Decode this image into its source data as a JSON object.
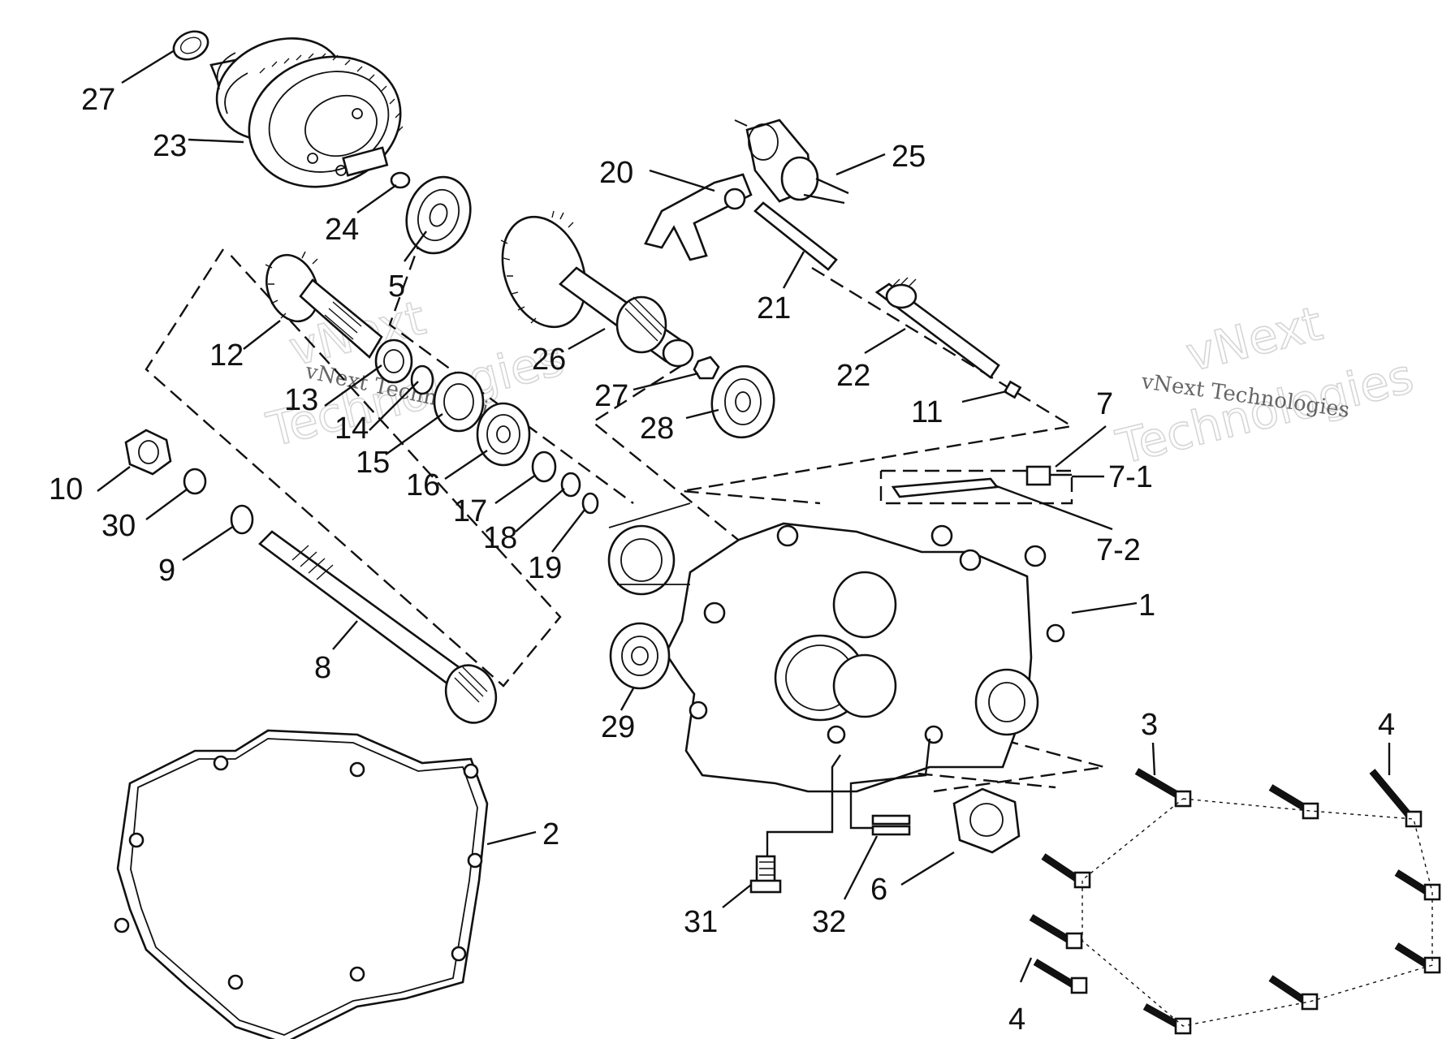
{
  "diagram": {
    "callouts": [
      {
        "id": "c27a",
        "text": "27"
      },
      {
        "id": "c23",
        "text": "23"
      },
      {
        "id": "c24",
        "text": "24"
      },
      {
        "id": "c5",
        "text": "5"
      },
      {
        "id": "c20",
        "text": "20"
      },
      {
        "id": "c25",
        "text": "25"
      },
      {
        "id": "c21",
        "text": "21"
      },
      {
        "id": "c22",
        "text": "22"
      },
      {
        "id": "c12",
        "text": "12"
      },
      {
        "id": "c26",
        "text": "26"
      },
      {
        "id": "c27b",
        "text": "27"
      },
      {
        "id": "c28",
        "text": "28"
      },
      {
        "id": "c13",
        "text": "13"
      },
      {
        "id": "c14",
        "text": "14"
      },
      {
        "id": "c15",
        "text": "15"
      },
      {
        "id": "c16",
        "text": "16"
      },
      {
        "id": "c11",
        "text": "11"
      },
      {
        "id": "c7",
        "text": "7"
      },
      {
        "id": "c7-1",
        "text": "7-1"
      },
      {
        "id": "c7-2",
        "text": "7-2"
      },
      {
        "id": "c10",
        "text": "10"
      },
      {
        "id": "c30",
        "text": "30"
      },
      {
        "id": "c17",
        "text": "17"
      },
      {
        "id": "c18",
        "text": "18"
      },
      {
        "id": "c19",
        "text": "19"
      },
      {
        "id": "c9",
        "text": "9"
      },
      {
        "id": "c1",
        "text": "1"
      },
      {
        "id": "c8",
        "text": "8"
      },
      {
        "id": "c29",
        "text": "29"
      },
      {
        "id": "c3",
        "text": "3"
      },
      {
        "id": "c4a",
        "text": "4"
      },
      {
        "id": "c2",
        "text": "2"
      },
      {
        "id": "c31",
        "text": "31"
      },
      {
        "id": "c32",
        "text": "32"
      },
      {
        "id": "c6",
        "text": "6"
      },
      {
        "id": "c4b",
        "text": "4"
      }
    ],
    "watermarks": {
      "brand_outline": "vNext",
      "tech_outline": "Technologies",
      "caption": "vNext Technologies"
    }
  }
}
